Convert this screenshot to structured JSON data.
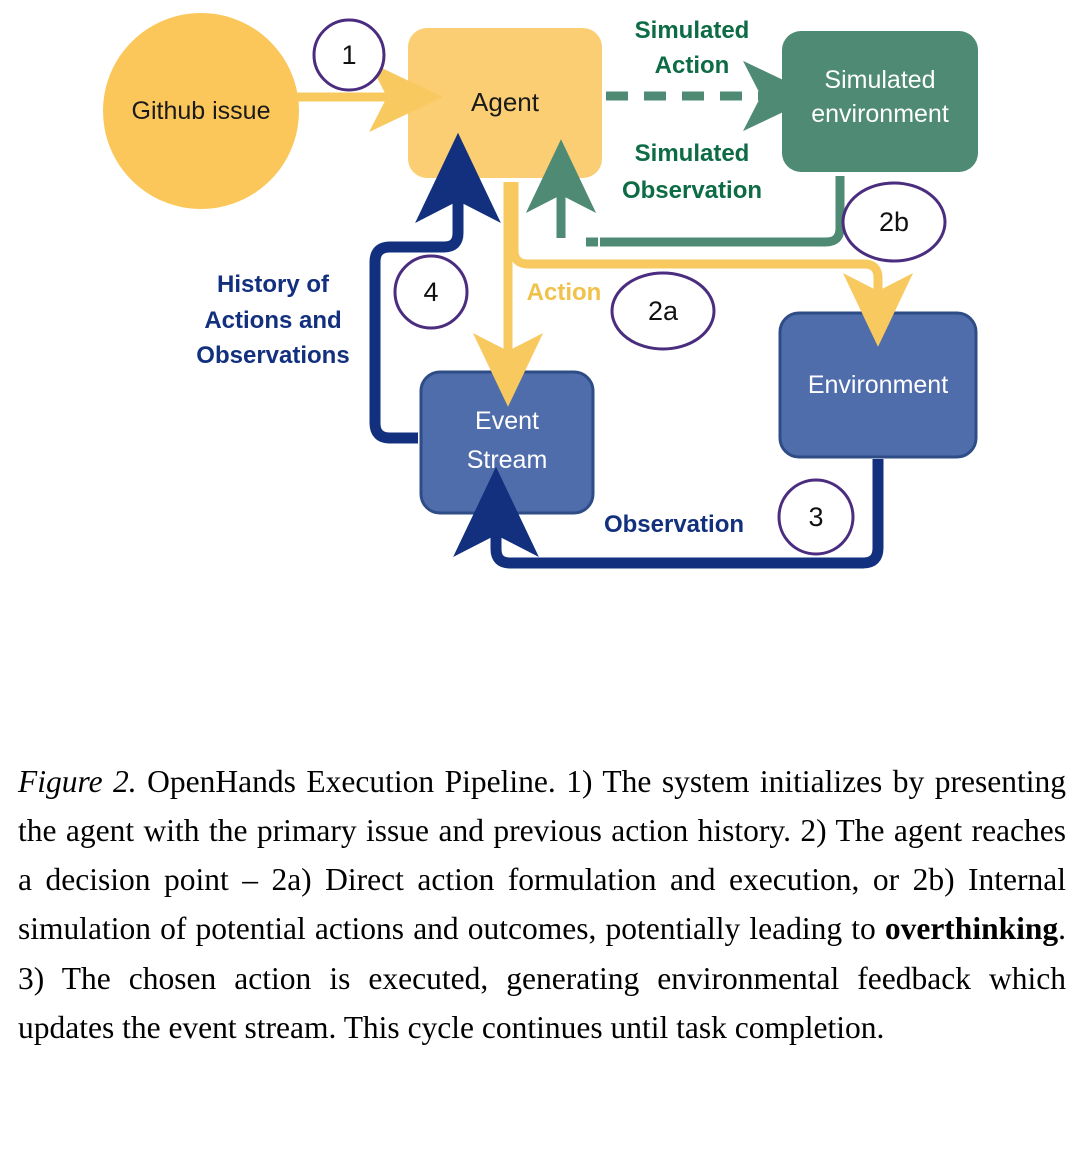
{
  "figure": {
    "nodes": {
      "github_issue": {
        "label": "Github issue",
        "shape": "circle",
        "fill": "#FBC75A"
      },
      "agent": {
        "label": "Agent",
        "shape": "rounded-rect",
        "fill": "#FBCE73"
      },
      "simulated_environment": {
        "label_line1": "Simulated",
        "label_line2": "environment",
        "shape": "rounded-rect",
        "fill": "#4E8A74"
      },
      "event_stream": {
        "label_line1": "Event",
        "label_line2": "Stream",
        "shape": "rounded-rect",
        "fill": "#4F6DAB"
      },
      "environment": {
        "label": "Environment",
        "shape": "rounded-rect",
        "fill": "#4F6DAB"
      }
    },
    "badges": [
      {
        "id": "badge-1",
        "text": "1"
      },
      {
        "id": "badge-2b",
        "text": "2b"
      },
      {
        "id": "badge-2a",
        "text": "2a"
      },
      {
        "id": "badge-4",
        "text": "4"
      },
      {
        "id": "badge-3",
        "text": "3"
      }
    ],
    "edge_labels": {
      "simulated_action_line1": "Simulated",
      "simulated_action_line2": "Action",
      "simulated_observation_line1": "Simulated",
      "simulated_observation_line2": "Observation",
      "action": "Action",
      "observation": "Observation",
      "history_line1": "History of",
      "history_line2": "Actions and",
      "history_line3": "Observations"
    },
    "colors": {
      "yellow": "#F8C95E",
      "yellow_node": "#FBC75A",
      "green": "#4E8A74",
      "green_text": "#0d6b45",
      "blue_node": "#4F6DAB",
      "blue_node_border": "#2E4C86",
      "navy": "#12307E",
      "badge_stroke": "#4B2D7F",
      "badge_fill": "#FFFFFF",
      "text_dark": "#1a1a1a",
      "text_light": "#FFFFFF"
    }
  },
  "caption": {
    "figure_number": "Figure 2.",
    "text_before_bold": " OpenHands Execution Pipeline. 1) The system initializes by presenting the agent with the primary issue and previous action history. 2) The agent reaches a decision point – 2a) Direct action formulation and execution, or 2b) Internal simulation of potential actions and outcomes, potentially leading to ",
    "bold_word": "overthinking",
    "text_after_bold": ".  3) The chosen action is executed, generating environmental feedback which updates the event stream.  This cycle continues until task completion."
  }
}
